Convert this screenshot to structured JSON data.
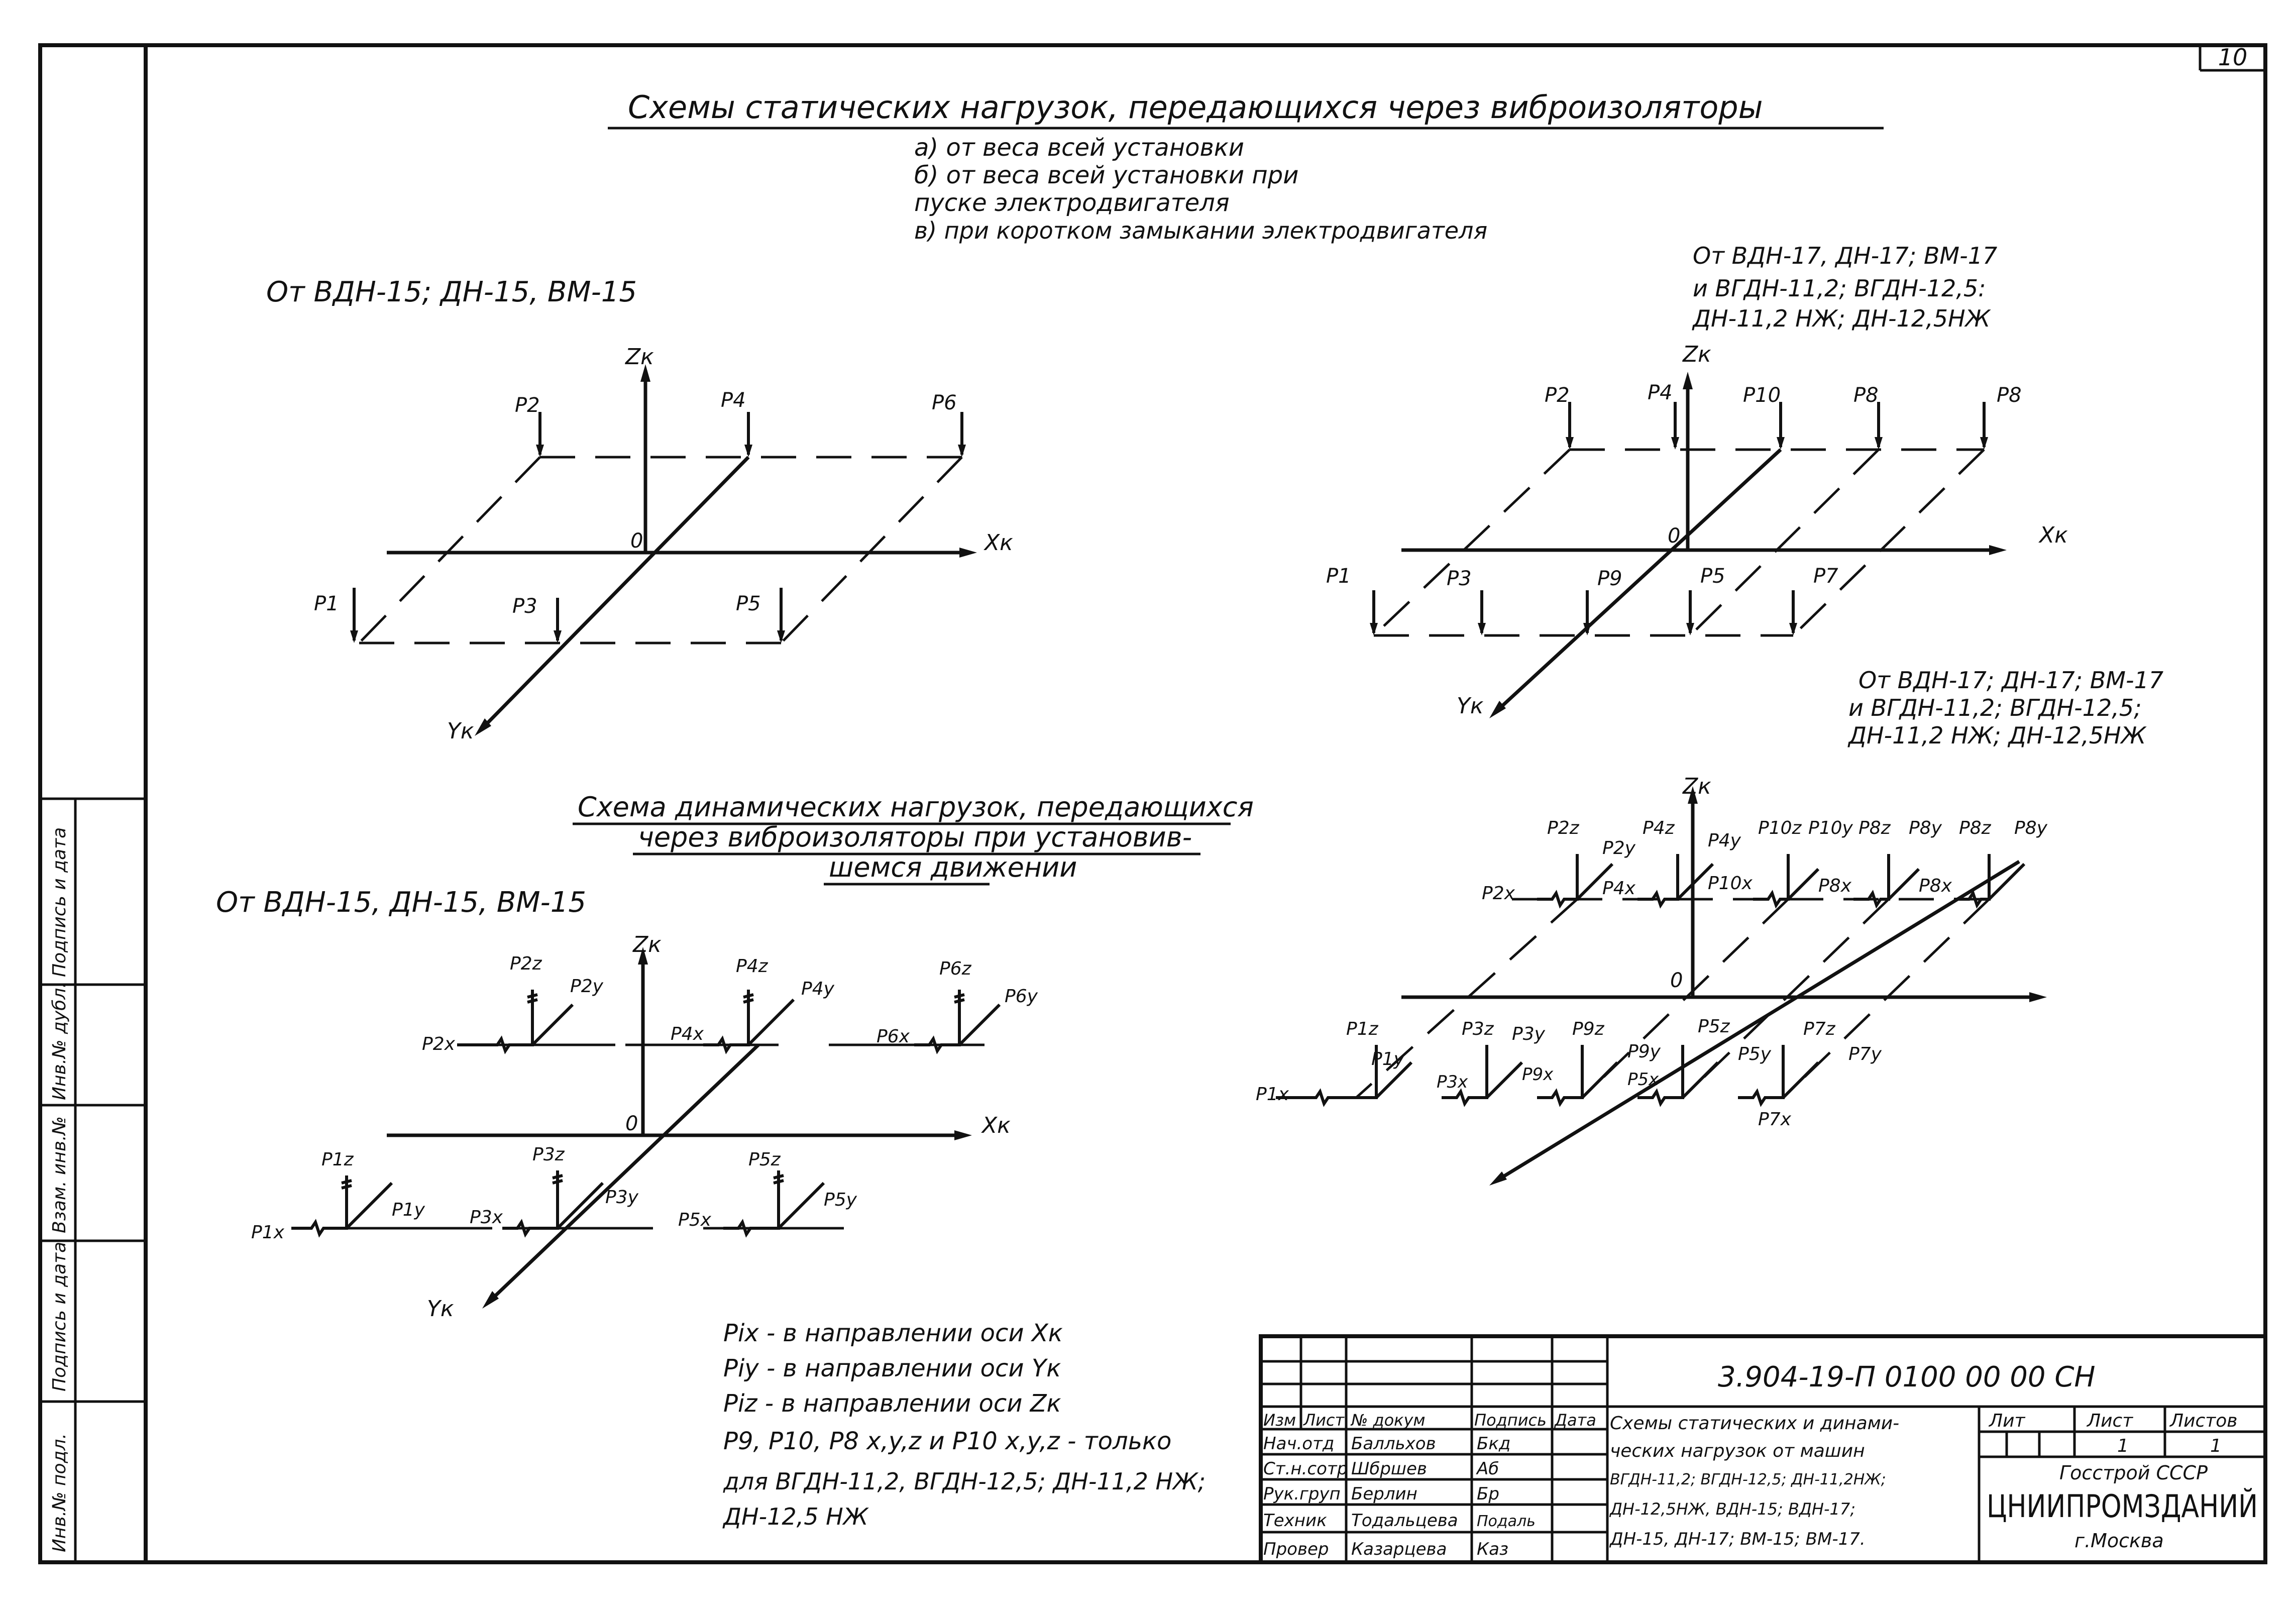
{
  "sheet": {
    "sheet_number": "10",
    "title": "Схемы статических нагрузок, передающихся через виброизоляторы",
    "notes": [
      "а) от веса всей установки",
      "б) от веса всей установки при",
      "пуске электродвигателя",
      "в) при коротком замыкании электродвигателя"
    ]
  },
  "static_left": {
    "caption": "От ВДН-15; ДН-15, ВМ-15",
    "axis_z": "Zк",
    "axis_x": "Xк",
    "axis_y": "Yк",
    "origin": "0",
    "loads": [
      "P2",
      "P4",
      "P6",
      "P1",
      "P3",
      "P5"
    ]
  },
  "static_right": {
    "caption_lines": [
      "От ВДН-17, ДН-17; ВМ-17",
      "и ВГДН-11,2; ВГДН-12,5:",
      "ДН-11,2 НЖ; ДН-12,5НЖ"
    ],
    "axis_z": "Zк",
    "axis_x": "Xк",
    "axis_y": "Yк",
    "origin": "0",
    "loads": [
      "P2",
      "P4",
      "P10",
      "P8",
      "P8",
      "P1",
      "P3",
      "P9",
      "P5",
      "P7"
    ]
  },
  "dynamic_title_lines": [
    "Схема динамических нагрузок, передающихся",
    "через виброизоляторы при установив-",
    "шемся движении"
  ],
  "dynamic_left": {
    "caption": "От ВДН-15, ДН-15, ВМ-15",
    "axis_z": "Zк",
    "axis_x": "Xк",
    "axis_y": "Yк",
    "origin": "0",
    "labels": [
      "P2z",
      "P2y",
      "P2x",
      "P4z",
      "P4y",
      "P4x",
      "P6z",
      "P6y",
      "P6x",
      "P1z",
      "P1y",
      "P1x",
      "P3z",
      "P3y",
      "P3x",
      "P5z",
      "P5y",
      "P5x"
    ]
  },
  "dynamic_right": {
    "caption_lines": [
      "От ВДН-17; ДН-17; ВМ-17",
      "и ВГДН-11,2; ВГДН-12,5;",
      "ДН-11,2 НЖ; ДН-12,5НЖ"
    ],
    "axis_z": "Zк",
    "origin": "0",
    "labels": [
      "P2z",
      "P2y",
      "P4z",
      "P4y",
      "P10z",
      "P10y",
      "P8z",
      "P8y",
      "P8z",
      "P8y",
      "P2x",
      "P4x",
      "P10x",
      "P8x",
      "P8x",
      "P1z",
      "P1y",
      "P1x",
      "P3z",
      "P3y",
      "P3x",
      "P9z",
      "P9y",
      "P9x",
      "P5z",
      "P5y",
      "P5x",
      "P7z",
      "P7y",
      "P7x"
    ]
  },
  "legend": [
    "Pix - в направлении оси Xк",
    "Piy - в направлении оси Yк",
    "Piz - в направлении оси Zк",
    "P9, P10, P8 x,y,z и P10 x,y,z - только",
    "для ВГДН-11,2, ВГДН-12,5; ДН-11,2 НЖ;",
    "ДН-12,5 НЖ"
  ],
  "side_stamp": [
    "Инв.№ подл.",
    "Подпись и дата",
    "Взам. инв.№",
    "Инв.№ дубл.",
    "Подпись и дата"
  ],
  "title_block": {
    "doc_code": "3.904-19-П 0100 00 00 СН",
    "headers": [
      "Изм",
      "Лист",
      "№ докум",
      "Подпись",
      "Дата"
    ],
    "rows": [
      {
        "role": "Нач.отд",
        "name": "Балльхов",
        "sign": "Бкд"
      },
      {
        "role": "Ст.н.сотр",
        "name": "Шбршев",
        "sign": "Аб"
      },
      {
        "role": "Рук.груп",
        "name": "Берлин",
        "sign": "Бр"
      },
      {
        "role": "Техник",
        "name": "Тодальцева",
        "sign": "Подаль"
      },
      {
        "role": "Провер",
        "name": "Казарцева",
        "sign": "Каз"
      }
    ],
    "doc_title_lines": [
      "Схемы статических и динами-",
      "ческих нагрузок от машин",
      "ВГДН-11,2; ВГДН-12,5; ДН-11,2НЖ;",
      "ДН-12,5НЖ, ВДН-15; ВДН-17;",
      "ДН-15, ДН-17; ВМ-15; ВМ-17."
    ],
    "lit_label": "Лит",
    "sheet_label": "Лист",
    "sheets_label": "Листов",
    "sheet_value": "1",
    "sheets_value": "1",
    "org_lines": [
      "Госстрой СССР",
      "ЦНИИПРОМЗДАНИЙ",
      "г.Москва"
    ]
  }
}
